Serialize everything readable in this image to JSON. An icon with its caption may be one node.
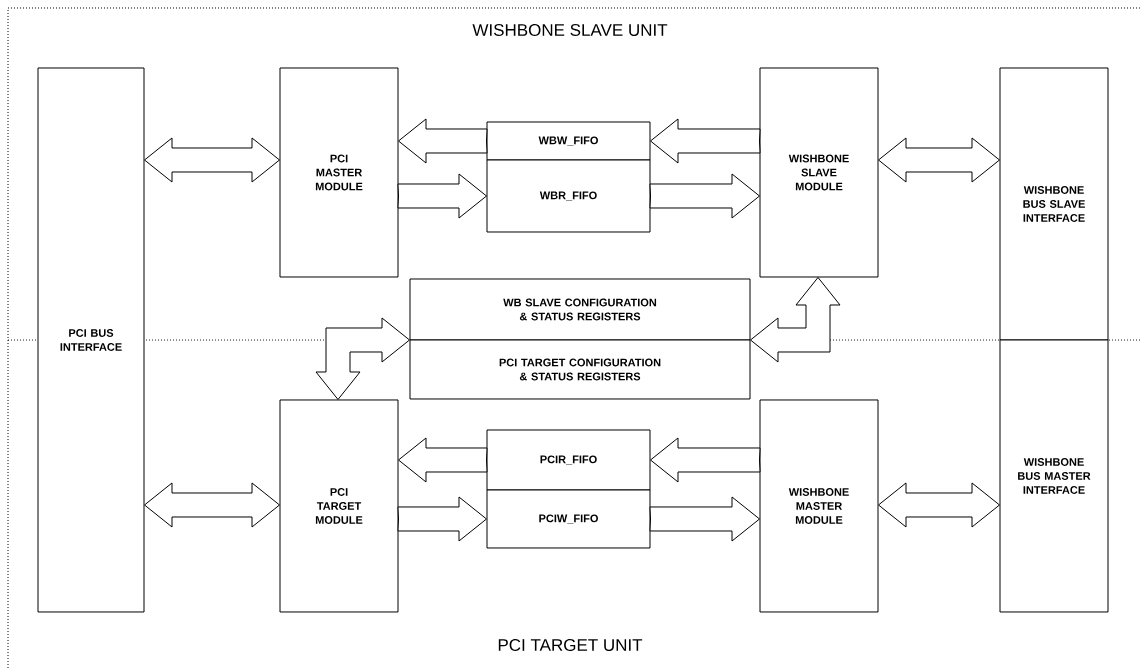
{
  "diagram": {
    "nodes": [
      {
        "text": [
          "WISHBONE SLAVE UNIT"
        ]
      },
      {
        "text": [
          "PCI TARGET UNIT"
        ]
      },
      {
        "text": [
          "PCI BUS INTERFACE"
        ]
      },
      {
        "text": [
          "PCI MASTER MODULE"
        ],
        "in": 0
      },
      {
        "text": [
          "WBW_FIFO"
        ],
        "in": 0
      },
      {
        "text": [
          "WBR_FIFO"
        ],
        "in": 0
      },
      {
        "text": [
          "WISHBONE SLAVE MODULE"
        ],
        "in": 0
      },
      {
        "text": [
          "WISHBONE BUS SLAVE INTERFACE"
        ],
        "in": 0
      },
      {
        "text": [
          "WB SLAVE CONFIGURATION & STATUS REGISTERS"
        ],
        "in": 0
      },
      {
        "text": [
          "PCI TARGET CONFIGURATION & STATUS REGISTERS"
        ],
        "in": 1
      },
      {
        "text": [
          "PCI TARGET MODULE"
        ],
        "in": 1
      },
      {
        "text": [
          "PCIR_FIFO"
        ],
        "in": 1
      },
      {
        "text": [
          "PCIW_FIFO"
        ],
        "in": 1
      },
      {
        "text": [
          "WISHBONE MASTER MODULE"
        ],
        "in": 1
      },
      {
        "text": [
          "WISHBONE BUS MASTER INTERFACE"
        ],
        "in": 1
      }
    ],
    "edges": [
      {
        "from": 2,
        "to": 3,
        "arrow": "both"
      },
      {
        "from": 6,
        "to": 4,
        "arrow": "to"
      },
      {
        "from": 4,
        "to": 3,
        "arrow": "to"
      },
      {
        "from": 3,
        "to": 5,
        "arrow": "to"
      },
      {
        "from": 5,
        "to": 6,
        "arrow": "to"
      },
      {
        "from": 6,
        "to": 7,
        "arrow": "both"
      },
      {
        "from": 2,
        "to": 10,
        "arrow": "both"
      },
      {
        "from": 13,
        "to": 11,
        "arrow": "to"
      },
      {
        "from": 11,
        "to": 10,
        "arrow": "to"
      },
      {
        "from": 10,
        "to": 12,
        "arrow": "to"
      },
      {
        "from": 12,
        "to": 13,
        "arrow": "to"
      },
      {
        "from": 13,
        "to": 14,
        "arrow": "both"
      },
      {
        "from": 10,
        "to": 9,
        "arrow": "both"
      },
      {
        "from": 6,
        "to": 8,
        "arrow": "both"
      }
    ]
  }
}
